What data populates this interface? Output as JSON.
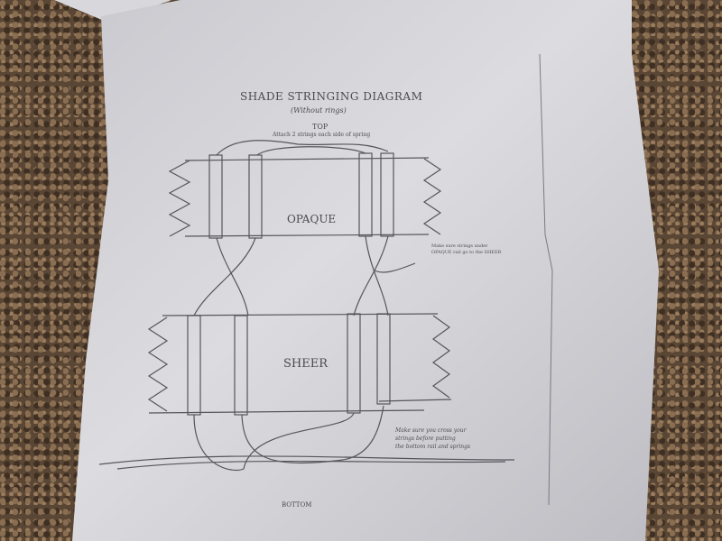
{
  "document": {
    "title": "SHADE STRINGING DIAGRAM",
    "subtitle": "(Without rings)",
    "top_label": "TOP",
    "attach_note": "Attach 2 strings each side of spring",
    "opaque_label": "OPAQUE",
    "sheer_label": "SHEER",
    "side_note": [
      "Make sure strings under",
      "OPAQUE rail go to the SHEER"
    ],
    "cross_note": [
      "Make sure you cross your",
      "strings before putting",
      "the bottom rail and springs"
    ],
    "bottom_label": "BOTTOM"
  },
  "colors": {
    "paper": "#d4d4d8",
    "ink": "#55555c",
    "carpet": "#5a4634"
  }
}
